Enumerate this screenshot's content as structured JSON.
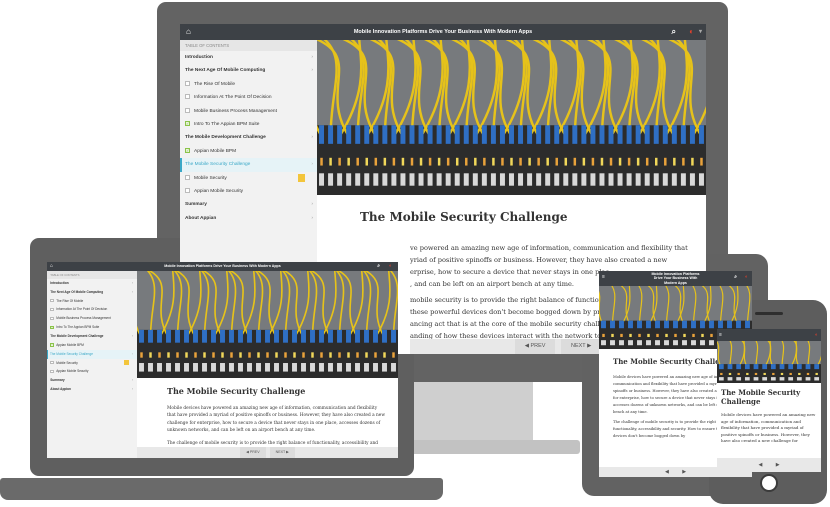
{
  "app": {
    "title": "Mobile Innovation Platforms Drive Your Business With Modern Apps",
    "title_tablet": [
      "Mobile Innovation Platforms",
      "Drive Your Business With",
      "Modern Apps"
    ],
    "home_icon": "home-icon",
    "search_icon": "search-icon",
    "status_icon": "status-badge-icon",
    "menu_icon": "hamburger-menu-icon"
  },
  "toc": {
    "header": "TABLE OF CONTENTS",
    "items": [
      {
        "label": "Introduction",
        "type": "section",
        "checked": false
      },
      {
        "label": "The Next Age Of Mobile Computing",
        "type": "section",
        "checked": false
      },
      {
        "label": "The Rise Of Mobile",
        "type": "page",
        "checked": false
      },
      {
        "label": "Information At The Point Of Decision",
        "type": "page",
        "checked": false
      },
      {
        "label": "Mobile Business Process Management",
        "type": "page",
        "checked": false
      },
      {
        "label": "Intro To The Appian BPM Suite",
        "type": "page",
        "checked": true
      },
      {
        "label": "The Mobile Development Challenge",
        "type": "section",
        "checked": false
      },
      {
        "label": "Appian Mobile BPM",
        "type": "page",
        "checked": true
      },
      {
        "label": "The Mobile Security Challenge",
        "type": "active",
        "checked": false
      },
      {
        "label": "Mobile Security",
        "type": "page",
        "checked": false
      },
      {
        "label": "Appian Mobile Security",
        "type": "page",
        "checked": false
      },
      {
        "label": "Summary",
        "type": "section",
        "checked": false
      },
      {
        "label": "About Appian",
        "type": "section",
        "checked": false
      }
    ]
  },
  "article": {
    "title": "The Mobile Security Challenge",
    "p1": "Mobile devices have powered an amazing new age of information, communication and flexibility that have provided a myriad of positive spinoffs or business. However, they have also created a new challenge for enterprise, how to secure a device that never stays in one place, accesses dozens of unknown networks, and can be left on an airport bench at any time.",
    "p2": "The challenge of mobile security is to provide the right balance of functionality, accessibility and security. How to ensure these powerful devices don't become bogged down by processes, enhancing act that is at the core of the mobile security challenge, understanding of how these devices interact with the network to",
    "monitor_p1_visible": "ve powered an amazing new age of information, communication and flexibility that\nyriad of positive spinoffs or business. However, they have also created a new\nerprise, how to secure a device that never stays in one plac\n, and can be left on an airport bench at any time.",
    "monitor_p2_visible": "mobile security is to provide the right balance of functional\nthese powerful devices don't become bogged down by pr\nancing act that is at the core of the mobile security challe\nanding of how these devices interact with the network to",
    "laptop_p1": "Mobile devices have powered an amazing new age of information, communication and flexibility that have provided a myriad of positive spinoffs or business. However, they have also created a new challenge for enterprise, how to secure a device that never stays in one place, accesses dozens of unknown networks, and can be left on an airport bench at any time.",
    "laptop_p2": "The challenge of mobile security is to provide the right balance of functionality, accessibility and",
    "tablet_p1": "Mobile devices have powered an amazing new age of information, communication and flexibility that have provided a myriad of positive spinoffs or business. However, they have also created a new challenge for enterprise, how to secure a device that never stays in one place, accesses dozens of unknown networks, and can be left on an airport bench at any time.",
    "tablet_p2": "The challenge of mobile security is to provide the right balance of functionality, accessibility and security. How to ensure these powerful devices don't become bogged down by",
    "phone_p1": "Mobile devices have powered an amazing new age of information, communication and flexibility that have provided a myriad of positive spinoffs or business. However, they have also created a new challenge for"
  },
  "nav": {
    "prev": "PREV",
    "next": "NEXT",
    "prev_icon": "chevron-left-icon",
    "next_icon": "chevron-right-icon"
  },
  "colors": {
    "topbar": "#3d4146",
    "accent": "#3aa8c7",
    "check": "#8bc34a",
    "flag": "#f3c53b",
    "cable": "#e6c21a",
    "connector": "#2f6fc4"
  }
}
